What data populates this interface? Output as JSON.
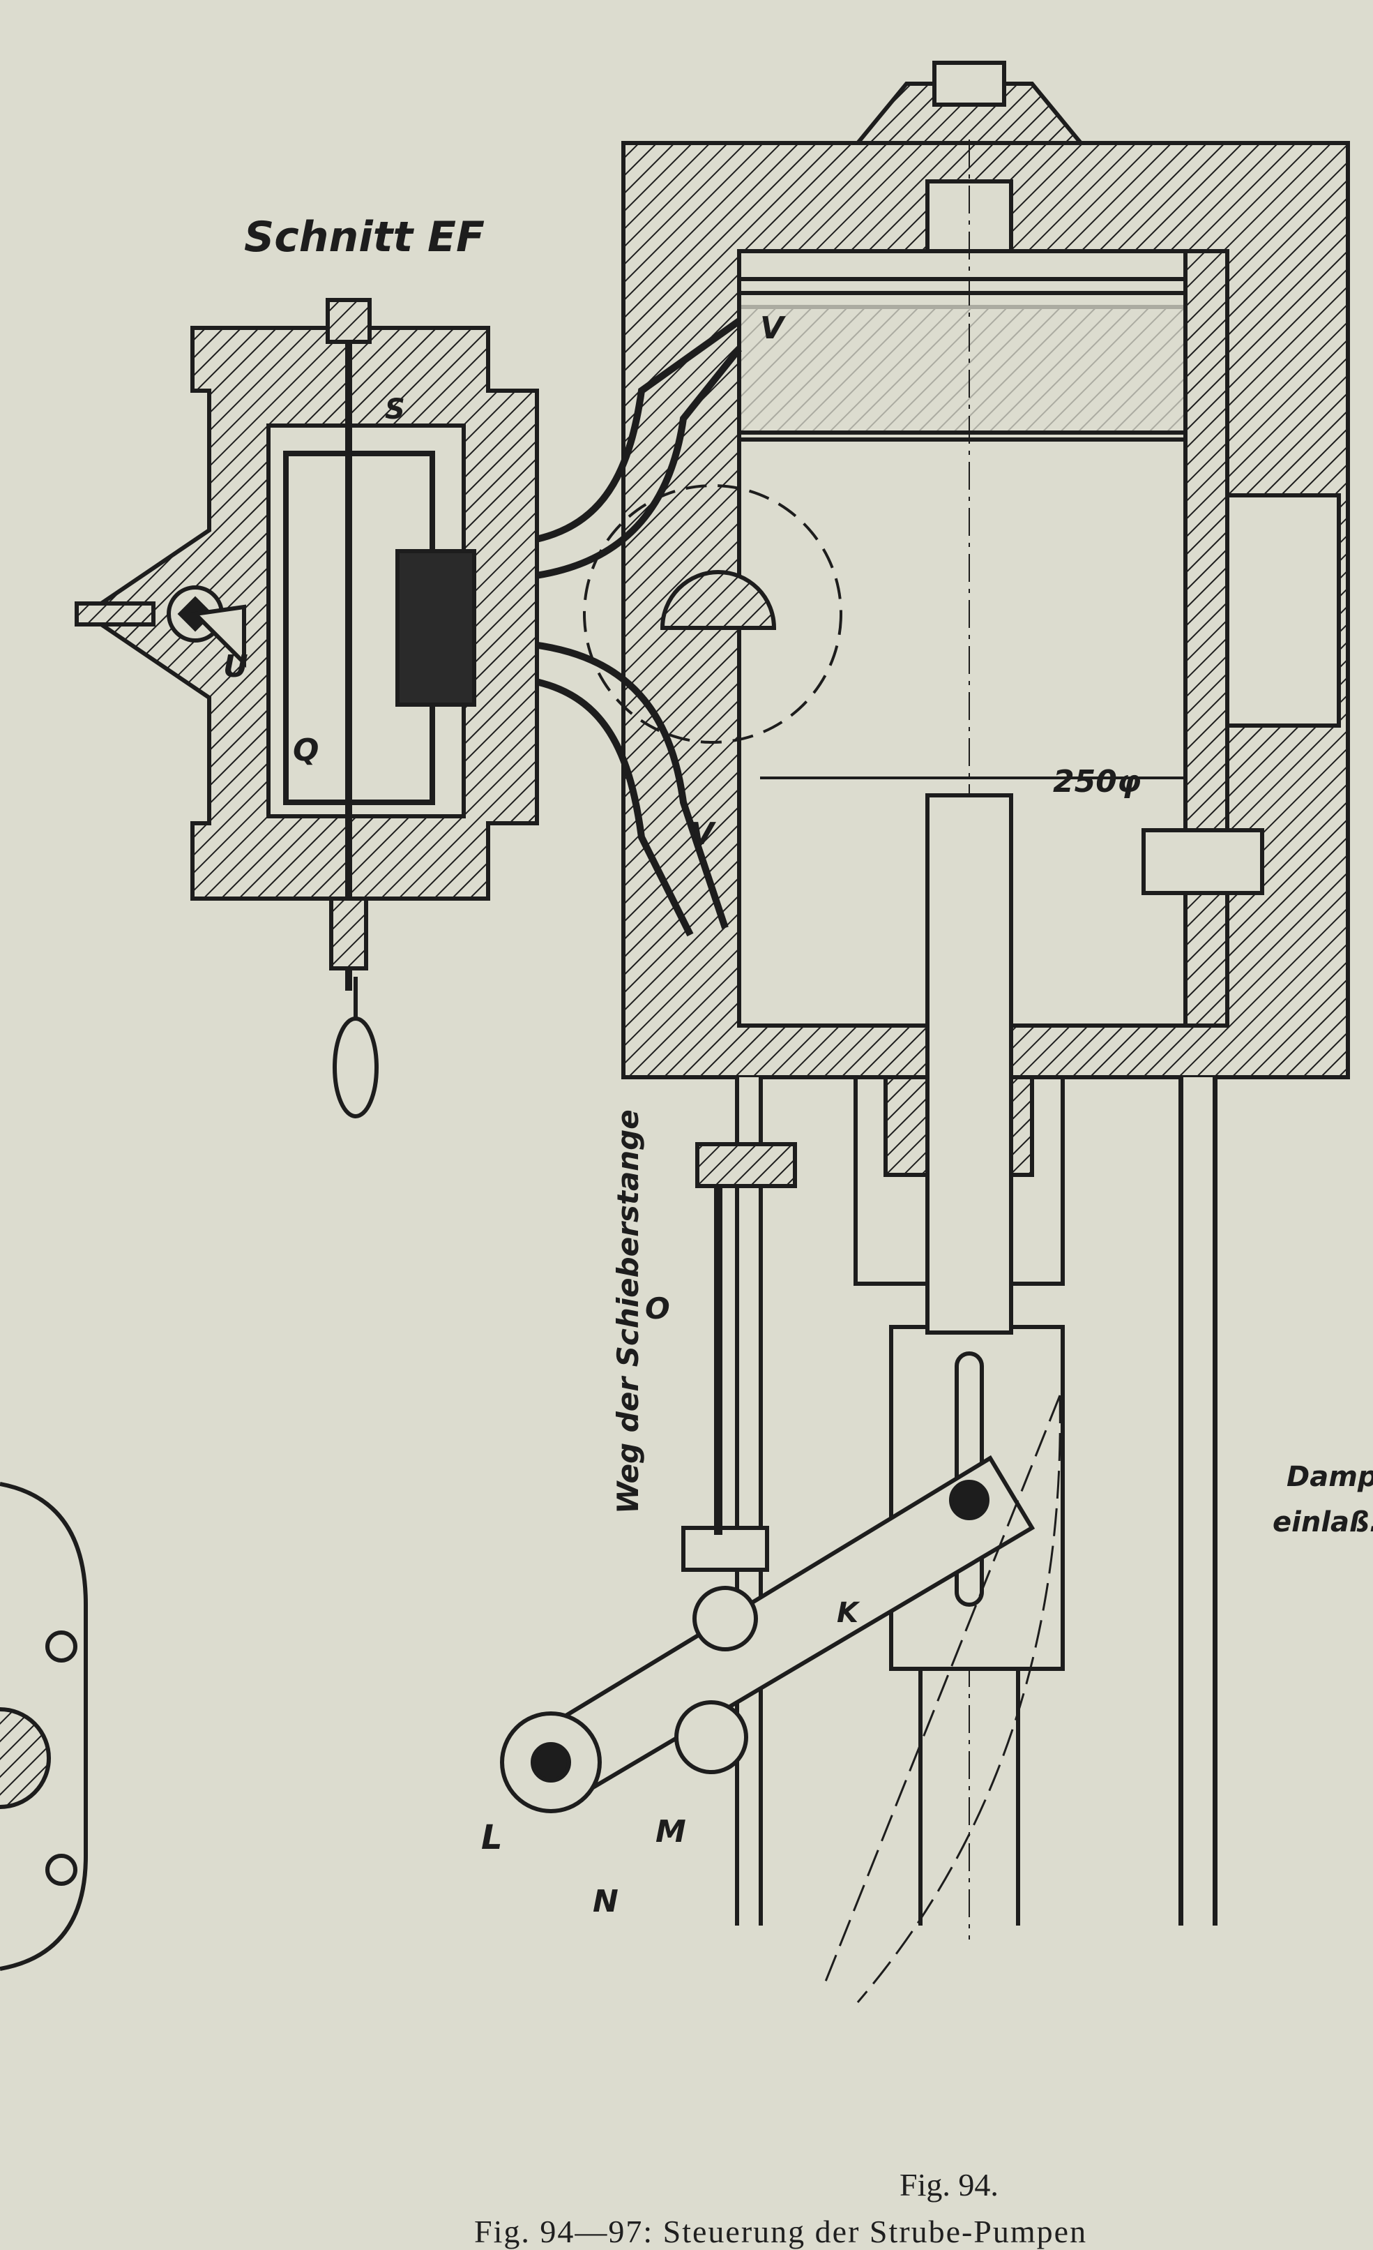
{
  "figure": {
    "section_title": "Schnitt EF",
    "labels": {
      "s": "S",
      "u": "U",
      "q": "Q",
      "v_top": "V",
      "v_bottom": "V",
      "diameter": "250φ",
      "stroke_path": "Weg der Schieberstange",
      "o": "O",
      "k": "K",
      "l": "L",
      "m": "M",
      "n": "N",
      "steam_inlet_line1": "Dampf",
      "steam_inlet_line2": "einlaß."
    },
    "number": "Fig. 94.",
    "caption": "Fig. 94—97: Steuerung der Strube-Pumpen"
  },
  "colors": {
    "paper": "#dcdccf",
    "ink": "#1d1d1d"
  }
}
